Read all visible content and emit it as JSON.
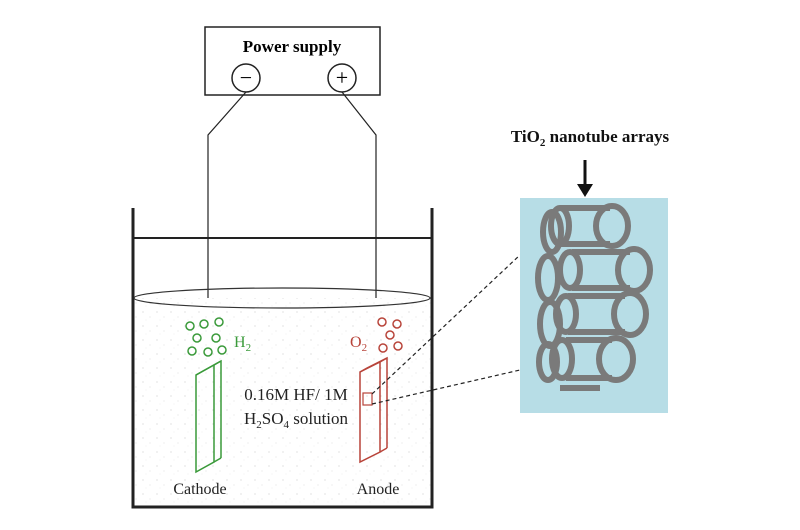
{
  "power_supply": {
    "title": "Power supply",
    "negative_symbol": "−",
    "positive_symbol": "+"
  },
  "electrodes": {
    "cathode_label": "Cathode",
    "anode_label": "Anode",
    "cathode_gas": {
      "main": "H",
      "sub": "2"
    },
    "anode_gas": {
      "main": "O",
      "sub": "2"
    }
  },
  "solution": {
    "line1": "0.16M HF/ 1M",
    "line2_parts": {
      "a": "H",
      "sub1": "2",
      "b": "SO",
      "sub2": "4",
      "c": " solution"
    }
  },
  "inset": {
    "title_parts": {
      "a": "TiO",
      "sub": "2",
      "b": " nanotube arrays"
    }
  },
  "colors": {
    "cathode": "#3a9a3a",
    "anode": "#b8443a",
    "inset_bg": "#b7dde6",
    "nanotube": "#7a7a7a",
    "line": "#222222"
  }
}
